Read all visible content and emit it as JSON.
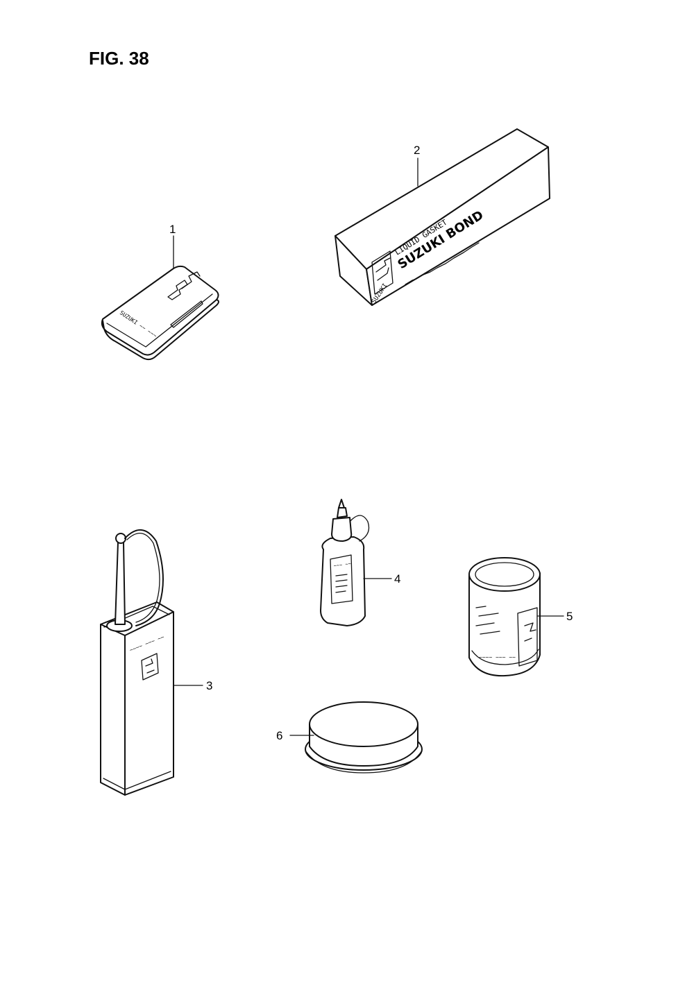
{
  "figure": {
    "title": "FIG. 38"
  },
  "callouts": [
    {
      "id": "1",
      "label": "1"
    },
    {
      "id": "2",
      "label": "2"
    },
    {
      "id": "3",
      "label": "3"
    },
    {
      "id": "4",
      "label": "4"
    },
    {
      "id": "5",
      "label": "5"
    },
    {
      "id": "6",
      "label": "6"
    }
  ],
  "part_markings": {
    "bond_box_line1": "LIQUID GASKET",
    "bond_box_line2": "SUZUKI BOND",
    "bond_box_brand": "SUZUKI"
  },
  "colors": {
    "ink": "#111111",
    "paper": "#ffffff"
  }
}
